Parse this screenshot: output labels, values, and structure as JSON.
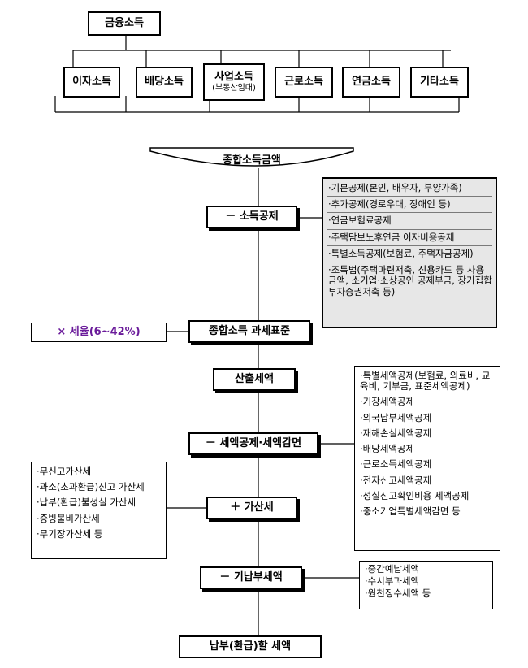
{
  "top": {
    "root": "금융소득",
    "income_types": [
      {
        "label": "이자소득",
        "sub": ""
      },
      {
        "label": "배당소득",
        "sub": ""
      },
      {
        "label": "사업소득",
        "sub": "(부동산임대)"
      },
      {
        "label": "근로소득",
        "sub": ""
      },
      {
        "label": "연금소득",
        "sub": ""
      },
      {
        "label": "기타소득",
        "sub": ""
      }
    ]
  },
  "flow": {
    "gross_income": "종합소득금액",
    "income_deduction": "－ 소득공제",
    "tax_base": "종합소득 과세표준",
    "tax_rate": "× 세율(6~42%)",
    "calculated_tax": "산출세액",
    "tax_credit": "－ 세액공제·세액감면",
    "additional_tax": "＋ 가산세",
    "prepaid_tax": "－ 기납부세액",
    "final_tax": "납부(환급)할 세액"
  },
  "deduction_items": [
    "·기본공제(본인, 배우자, 부양가족)",
    "·추가공제(경로우대, 장애인 등)",
    "·연금보험료공제",
    "·주택담보노후연금 이자비용공제",
    "·특별소득공제(보험료, 주택자금공제)",
    "·조특법(주택마련저축, 신용카드 등 사용금액, 소기업·소상공인 공제부금, 장기집합투자증권저축 등)"
  ],
  "credit_items": [
    "·특별세액공제(보험료, 의료비, 교육비, 기부금, 표준세액공제)",
    "·기장세액공제",
    "·외국납부세액공제",
    "·재해손실세액공제",
    "·배당세액공제",
    "·근로소득세액공제",
    "·전자신고세액공제",
    "·성실신고확인비용 세액공제",
    "·중소기업특별세액감면 등"
  ],
  "penalty_items": [
    "·무신고가산세",
    "·과소(초과환급)신고 가산세",
    "·납부(환급)불성실 가산세",
    "·증빙불비가산세",
    "·무기장가산세 등"
  ],
  "prepaid_items": [
    "·중간예납세액",
    "·수시부과세액",
    "·원천징수세액 등"
  ],
  "colors": {
    "line": "#000000",
    "deduction_bg": "#e7e7e7",
    "tax_rate_text": "#6a1b9a"
  }
}
